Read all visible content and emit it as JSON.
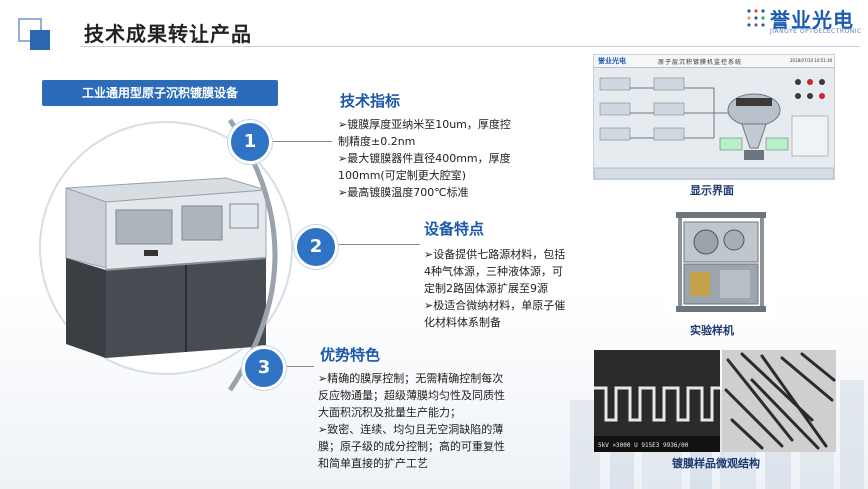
{
  "header": {
    "title": "技术成果转让产品",
    "logo_text": "誉业光电",
    "logo_sub": "JIANGYE OPTOELECTRONIC"
  },
  "product_label": "工业通用型原子沉积镀膜设备",
  "sections": [
    {
      "number": "1",
      "heading": "技术指标",
      "lines": [
        "➢镀膜厚度亚纳米至10um，厚度控",
        "制精度±0.2nm",
        "➢最大镀膜器件直径400mm，厚度",
        "100mm(可定制更大腔室)",
        "➢最高镀膜温度700℃标准"
      ]
    },
    {
      "number": "2",
      "heading": "设备特点",
      "lines": [
        "➢设备提供七路源材料，包括",
        "4种气体源，三种液体源，可",
        "定制2路固体源扩展至9源",
        "➢极适合微纳材料，单原子催",
        "化材料体系制备"
      ]
    },
    {
      "number": "3",
      "heading": "优势特色",
      "lines": [
        "➢精确的膜厚控制；无需精确控制每次",
        "反应物通量；超级薄膜均匀性及同质性",
        "大面积沉积及批量生产能力；",
        "➢致密、连续、均匀且无空洞缺陷的薄",
        "膜；原子级的成分控制；高的可重复性",
        "和简单直接的扩产工艺"
      ]
    }
  ],
  "screenshot_panel": {
    "logo": "誉业光电",
    "title": "原子层沉积镀膜机监控系统",
    "timestamp": "2018/07/10 10:51:40"
  },
  "sem_label": "5kV ×3000 U 915E3 9936/00",
  "captions": {
    "display": "显示界面",
    "prototype": "实验样机",
    "microstructure": "镀膜样品微观结构"
  }
}
